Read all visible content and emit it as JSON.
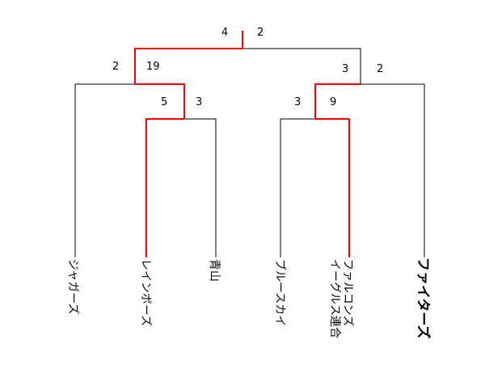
{
  "colors": {
    "line": "#000000",
    "winning_path": "#ff0000",
    "champion_text": "#0000ff",
    "text": "#000000"
  },
  "teams": [
    {
      "name": "ジャガーズ",
      "winner": false
    },
    {
      "name": "レインボーズ",
      "winner": false
    },
    {
      "name": "青山",
      "winner": false
    },
    {
      "name": "ブルースカイ",
      "winner": false
    },
    {
      "name": "ファルコンズ",
      "winner": false
    },
    {
      "name": "イーグルス連合",
      "winner": false
    },
    {
      "name": "ファイターズ",
      "winner": true
    }
  ],
  "scores": {
    "final_left": "4",
    "final_right": "2",
    "semi_left_a": "2",
    "semi_left_b": "19",
    "semi_right_a": "3",
    "semi_right_b": "2",
    "qf_left_a": "5",
    "qf_left_b": "3",
    "qf_right_a": "3",
    "qf_right_b": "9"
  }
}
